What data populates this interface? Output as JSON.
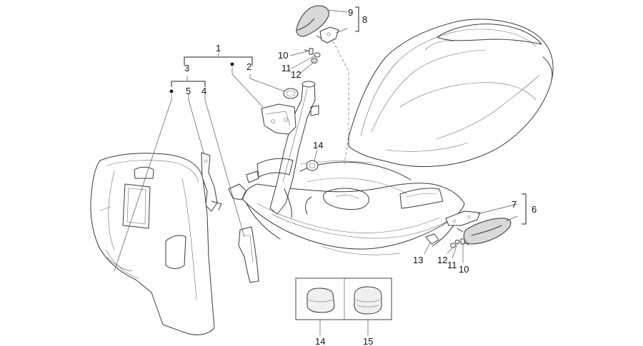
{
  "labels": {
    "l1": "1",
    "l2": "2",
    "l3": "3",
    "l4": "4",
    "l5": "5",
    "l6": "6",
    "l7": "7",
    "l8": "8",
    "l9": "9",
    "l10_top": "10",
    "l11_top": "11",
    "l12_top": "12",
    "l10_bot": "10",
    "l11_bot": "11",
    "l12_bot": "12",
    "l13": "13",
    "l14_frame": "14",
    "l14_box": "14",
    "l15_box": "15"
  }
}
